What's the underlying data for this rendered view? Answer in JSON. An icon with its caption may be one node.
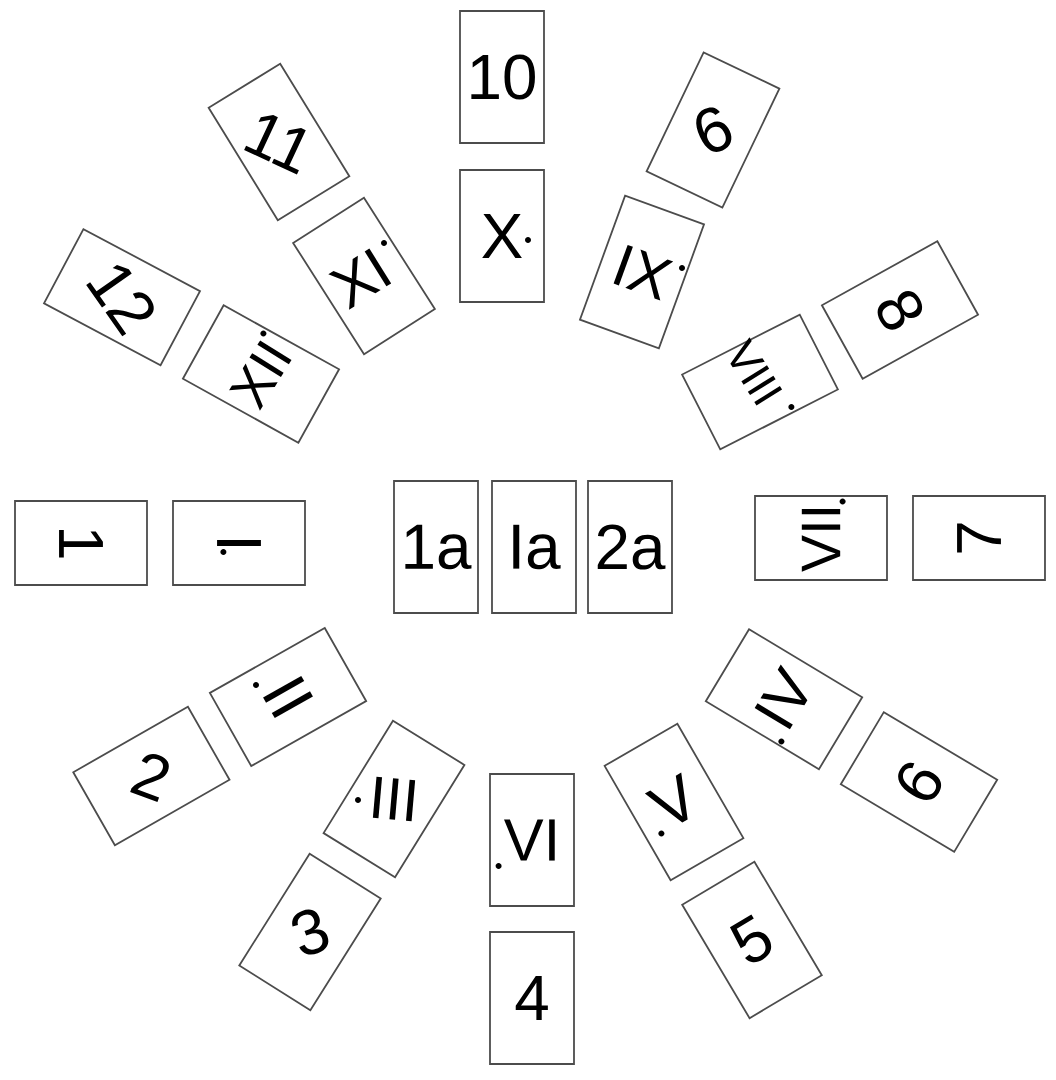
{
  "diagram": {
    "nodes": [
      {
        "text": [
          "10"
        ]
      },
      {
        "text": [
          "9"
        ]
      },
      {
        "text": [
          "11"
        ]
      },
      {
        "text": [
          "X"
        ]
      },
      {
        "text": [
          "IX"
        ]
      },
      {
        "text": [
          "XI"
        ]
      },
      {
        "text": [
          "12"
        ]
      },
      {
        "text": [
          "8"
        ]
      },
      {
        "text": [
          "XII"
        ]
      },
      {
        "text": [
          "VIII"
        ]
      },
      {
        "text": [
          "1"
        ]
      },
      {
        "text": [
          "I"
        ]
      },
      {
        "text": [
          "1a"
        ]
      },
      {
        "text": [
          "Ia"
        ]
      },
      {
        "text": [
          "2a"
        ]
      },
      {
        "text": [
          "VII"
        ]
      },
      {
        "text": [
          "7"
        ]
      },
      {
        "text": [
          "II"
        ]
      },
      {
        "text": [
          "IV"
        ]
      },
      {
        "text": [
          "2"
        ]
      },
      {
        "text": [
          "6"
        ]
      },
      {
        "text": [
          "III"
        ]
      },
      {
        "text": [
          "V"
        ]
      },
      {
        "text": [
          "VI"
        ]
      },
      {
        "text": [
          "3"
        ]
      },
      {
        "text": [
          "5"
        ]
      },
      {
        "text": [
          "4"
        ]
      }
    ]
  }
}
